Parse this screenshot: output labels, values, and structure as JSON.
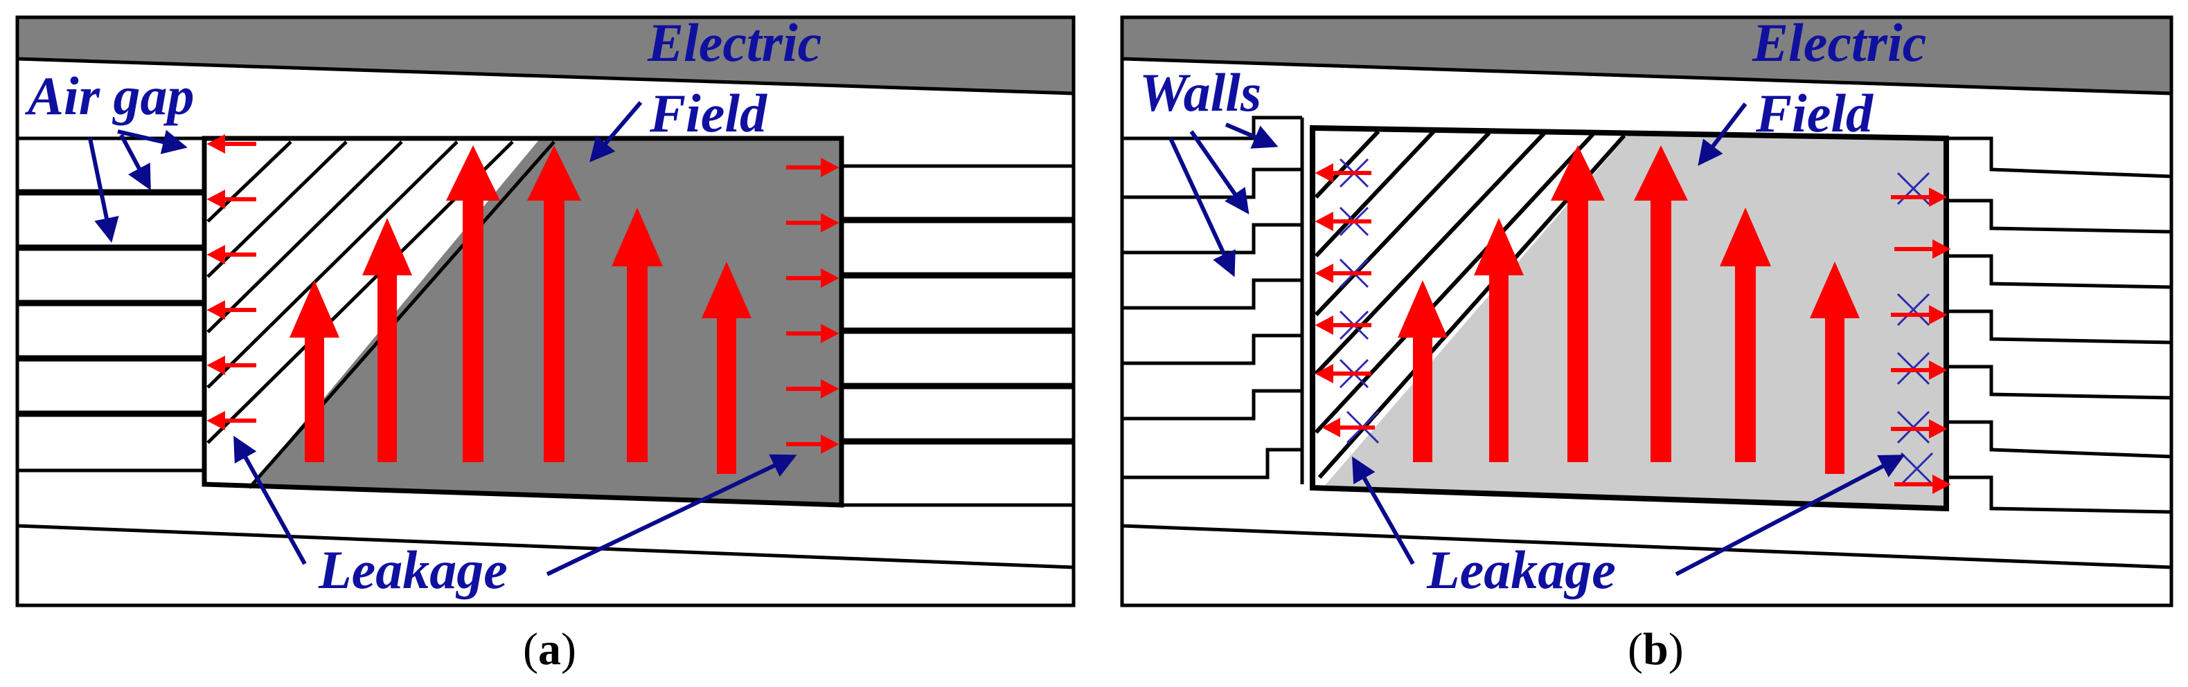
{
  "panels": [
    {
      "id": "a",
      "labels": {
        "electric": "Electric",
        "field": "Field",
        "air_gap": "Air gap",
        "leakage": "Leakage"
      },
      "caption": {
        "open": "(",
        "letter": "a",
        "close": ")"
      },
      "colors": {
        "field_region": "#808080",
        "top_band": "#808080"
      }
    },
    {
      "id": "b",
      "labels": {
        "electric": "Electric",
        "field": "Field",
        "walls": "Walls",
        "leakage": "Leakage"
      },
      "caption": {
        "open": "(",
        "letter": "b",
        "close": ")"
      },
      "colors": {
        "field_region": "#cccccc",
        "top_band": "#808080"
      }
    }
  ],
  "colors": {
    "field_arrow": "#ff0000",
    "label_text": "#1010a0",
    "pointer_arrow": "#0a0a8c",
    "outline": "#000000"
  }
}
